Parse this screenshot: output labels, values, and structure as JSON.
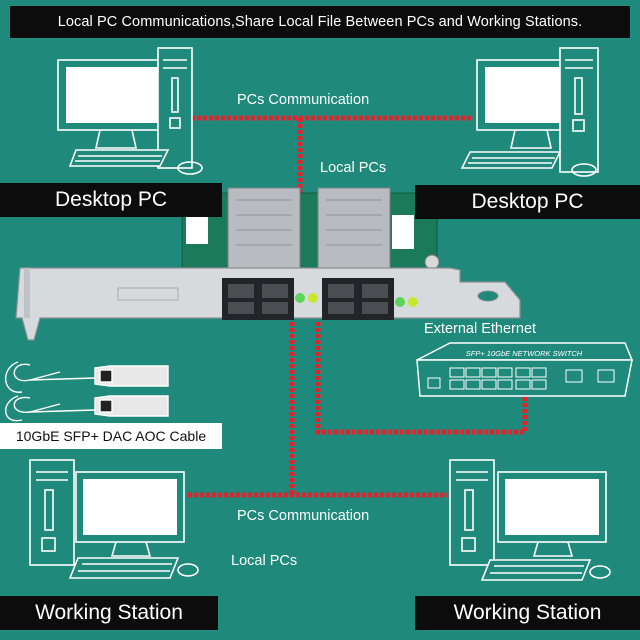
{
  "banner": {
    "title": "Local PC Communications,Share Local File Between PCs and Working Stations."
  },
  "labels": {
    "pcs_comm_top": "PCs Communication",
    "local_pcs_top": "Local PCs",
    "desktop_left": "Desktop PC",
    "desktop_right": "Desktop PC",
    "external_ethernet": "External Ethernet",
    "cable": "10GbE SFP+ DAC AOC Cable",
    "pcs_comm_bottom": "PCs Communication",
    "local_pcs_bottom": "Local PCs",
    "ws_left": "Working Station",
    "ws_right": "Working Station"
  },
  "switch": {
    "title": "SFP+ 10GbE NETWORK SWITCH"
  },
  "colors": {
    "background": "#1f8a7c",
    "line": "#e8202a",
    "label_block": "#0c0c0c",
    "outline": "#ffffff"
  }
}
